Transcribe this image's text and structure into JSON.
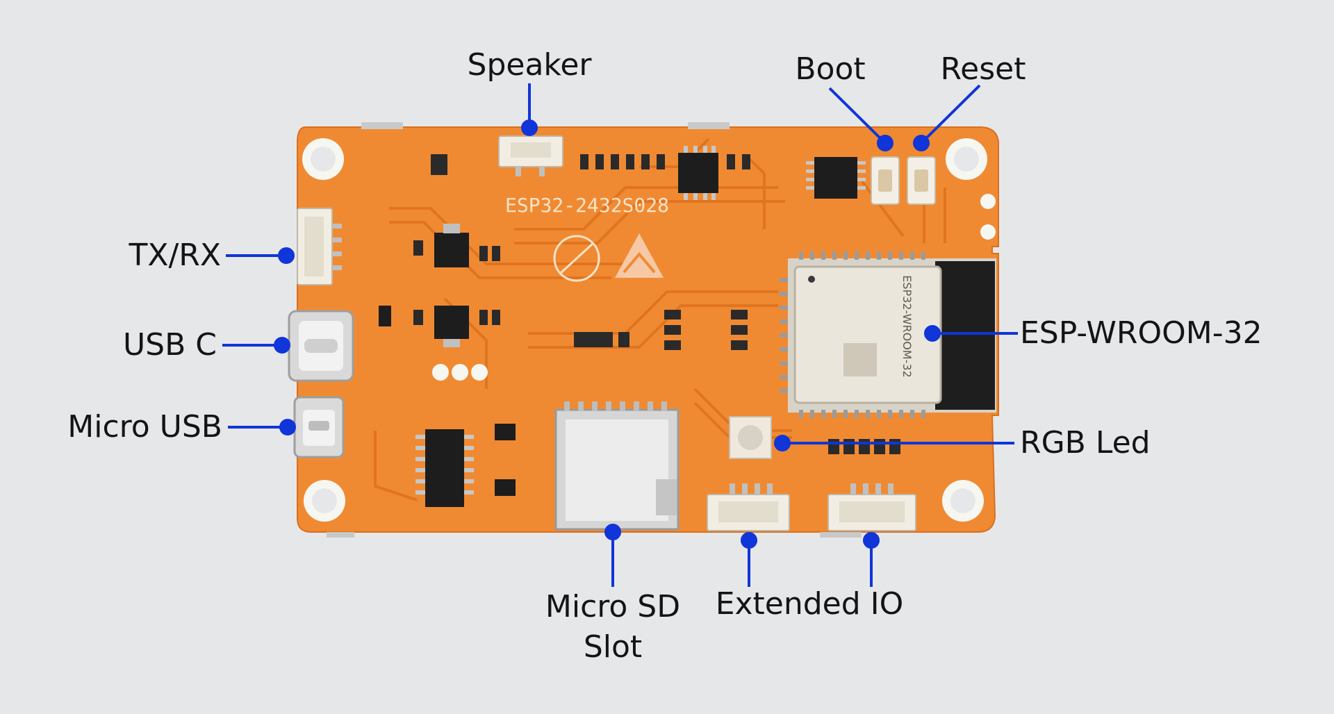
{
  "board": {
    "model_silkscreen": "ESP32-2432S028",
    "module_text": "ESP32-WROOM-32",
    "pcb_color": "#f08a32",
    "trace_color": "#e5772a",
    "silk_color": "#fbe3c8"
  },
  "callouts": {
    "speaker": "Speaker",
    "boot": "Boot",
    "reset": "Reset",
    "txrx": "TX/RX",
    "usbc": "USB C",
    "microusb": "Micro USB",
    "espwroom": "ESP-WROOM-32",
    "rgbled": "RGB Led",
    "microsd_line1": "Micro SD",
    "microsd_line2": "Slot",
    "extio": "Extended IO"
  },
  "callout_color": "#1035d8"
}
